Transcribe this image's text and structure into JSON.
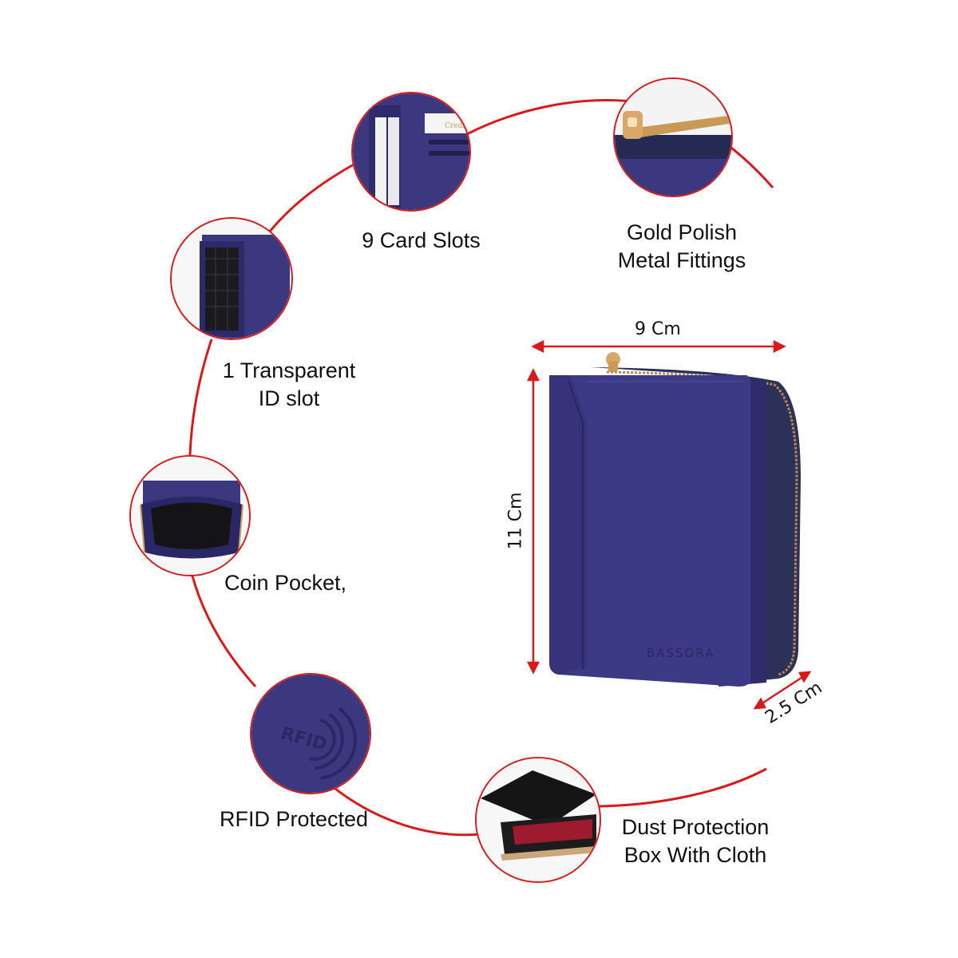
{
  "features": {
    "card_slots": "9 Card Slots",
    "gold_polish": [
      "Gold Polish",
      "Metal Fittings"
    ],
    "id_slot": [
      "1 Transparent",
      "ID slot"
    ],
    "coin_pocket": "Coin Pocket,",
    "rfid": "RFID Protected",
    "dust_box": [
      "Dust Protection",
      "Box With Cloth"
    ]
  },
  "dimensions": {
    "width": "9 Cm",
    "height": "11 Cm",
    "depth": "2.5 Cm"
  },
  "brand": {
    "wallet_emboss": "BASSORA",
    "rfid_emboss": "RFID",
    "card_text": "Credit Card"
  },
  "colors": {
    "accent": "#d81a1a",
    "leather": "#3d3a85",
    "leather_dark": "#2a2766",
    "gold": "#c99a55"
  }
}
